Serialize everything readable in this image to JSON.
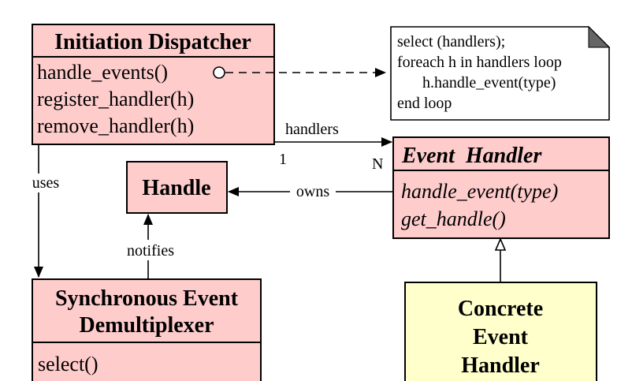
{
  "colors": {
    "pink_fill": "#ffcccc",
    "yellow_fill": "#ffffcc",
    "stroke": "#000000",
    "note_fold": "#555555"
  },
  "dispatcher": {
    "title": "Initiation Dispatcher",
    "methods": [
      "handle_events()",
      "register_handler(h)",
      "remove_handler(h)"
    ]
  },
  "note": {
    "lines": [
      "select (handlers);",
      "foreach h in handlers loop",
      "h.handle_event(type)",
      "end loop"
    ]
  },
  "handle": {
    "title": "Handle"
  },
  "event_handler": {
    "title": "Event  Handler",
    "methods": [
      "handle_event(type)",
      "get_handle()"
    ]
  },
  "demux": {
    "title_lines": [
      "Synchronous Event",
      "Demultiplexer"
    ],
    "methods": [
      "select()"
    ]
  },
  "concrete": {
    "title_lines": [
      "Concrete",
      "Event",
      "Handler"
    ]
  },
  "labels": {
    "handlers": "handlers",
    "mult_one": "1",
    "mult_many": "N",
    "owns": "owns",
    "uses": "uses",
    "notifies": "notifies"
  },
  "icons": [
    "lollipop-circle-icon",
    "arrowhead-icon",
    "inheritance-triangle-icon",
    "folded-corner-icon"
  ]
}
